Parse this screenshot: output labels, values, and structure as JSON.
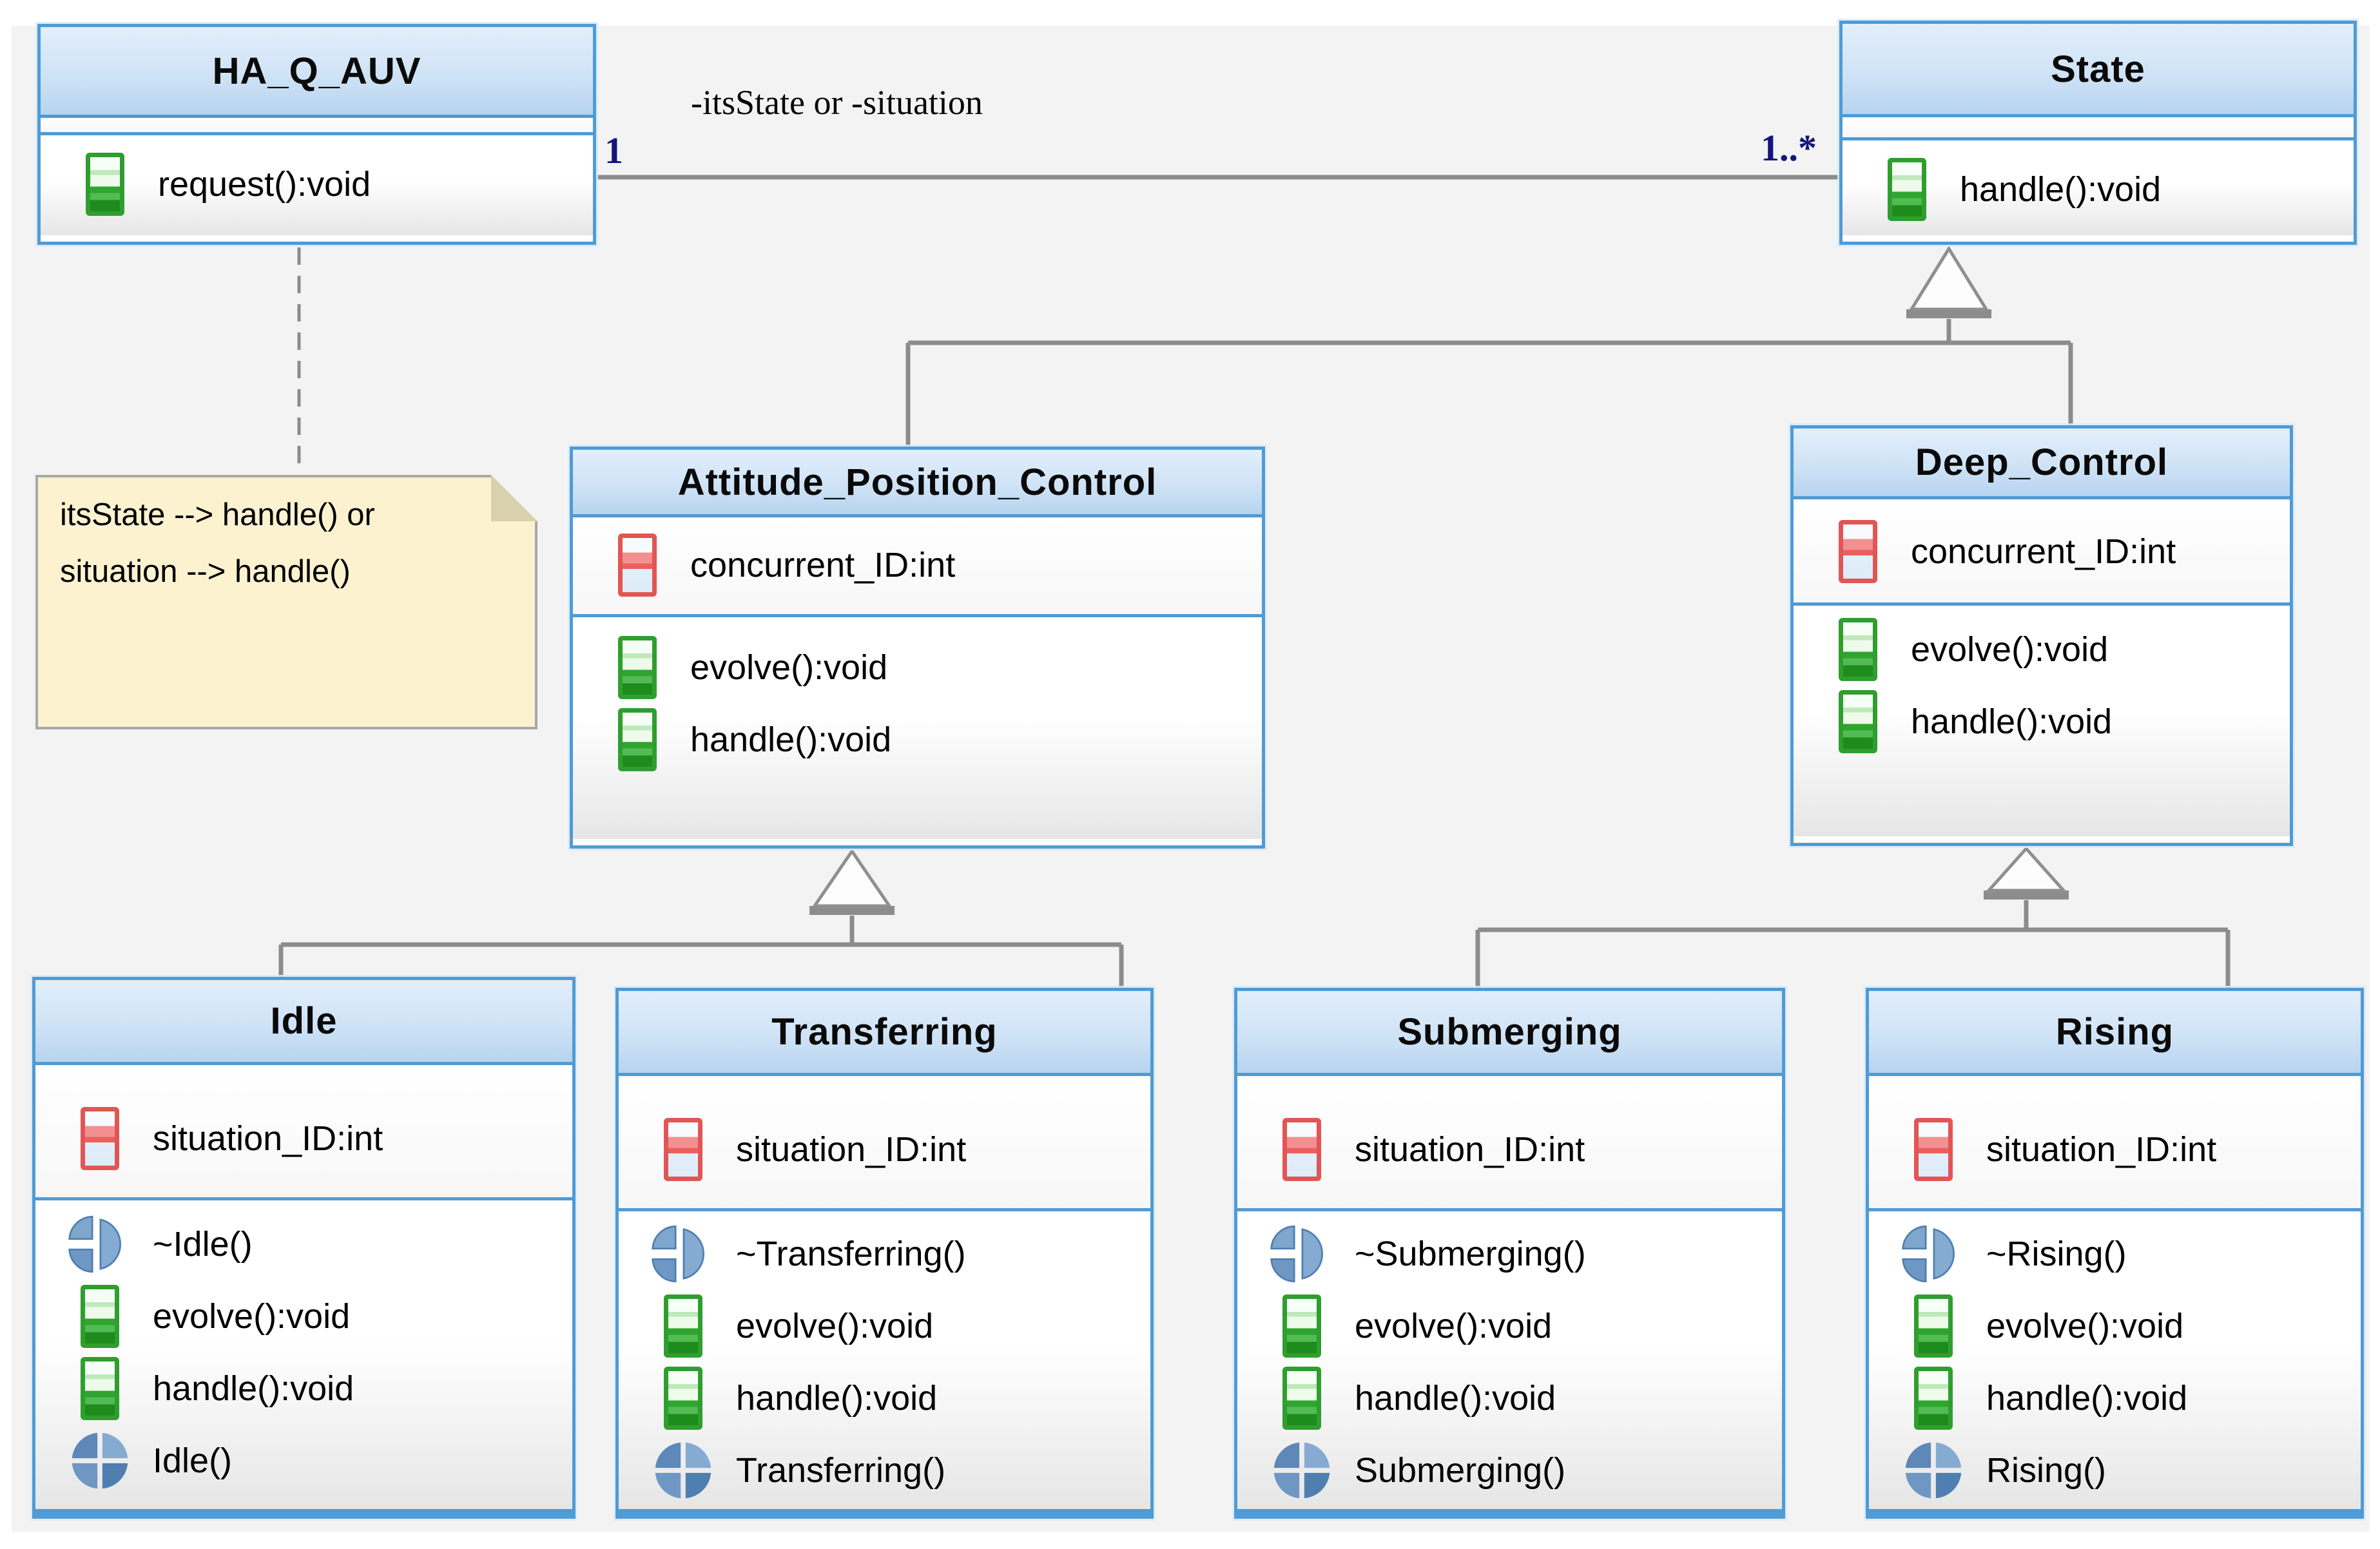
{
  "classes": [
    {
      "id": "ha_q_auv",
      "name": "HA_Q_AUV",
      "attributes": [],
      "operations": [
        {
          "icon": "public-operation-icon",
          "label": "request():void"
        }
      ]
    },
    {
      "id": "state",
      "name": "State",
      "attributes": [],
      "operations": [
        {
          "icon": "public-operation-icon",
          "label": "handle():void"
        }
      ]
    },
    {
      "id": "attitude_position_control",
      "name": "Attitude_Position_Control",
      "attributes": [
        {
          "icon": "private-attribute-icon",
          "label": "concurrent_ID:int"
        }
      ],
      "operations": [
        {
          "icon": "public-operation-icon",
          "label": "evolve():void"
        },
        {
          "icon": "public-operation-icon",
          "label": "handle():void"
        }
      ]
    },
    {
      "id": "deep_control",
      "name": "Deep_Control",
      "attributes": [
        {
          "icon": "private-attribute-icon",
          "label": "concurrent_ID:int"
        }
      ],
      "operations": [
        {
          "icon": "public-operation-icon",
          "label": "evolve():void"
        },
        {
          "icon": "public-operation-icon",
          "label": "handle():void"
        }
      ]
    },
    {
      "id": "idle",
      "name": "Idle",
      "attributes": [
        {
          "icon": "private-attribute-icon",
          "label": "situation_ID:int"
        }
      ],
      "operations": [
        {
          "icon": "destructor-icon",
          "label": "~Idle()"
        },
        {
          "icon": "public-operation-icon",
          "label": "evolve():void"
        },
        {
          "icon": "public-operation-icon",
          "label": "handle():void"
        },
        {
          "icon": "constructor-icon",
          "label": "Idle()"
        }
      ]
    },
    {
      "id": "transferring",
      "name": "Transferring",
      "attributes": [
        {
          "icon": "private-attribute-icon",
          "label": "situation_ID:int"
        }
      ],
      "operations": [
        {
          "icon": "destructor-icon",
          "label": "~Transferring()"
        },
        {
          "icon": "public-operation-icon",
          "label": "evolve():void"
        },
        {
          "icon": "public-operation-icon",
          "label": "handle():void"
        },
        {
          "icon": "constructor-icon",
          "label": "Transferring()"
        }
      ]
    },
    {
      "id": "submerging",
      "name": "Submerging",
      "attributes": [
        {
          "icon": "private-attribute-icon",
          "label": "situation_ID:int"
        }
      ],
      "operations": [
        {
          "icon": "destructor-icon",
          "label": "~Submerging()"
        },
        {
          "icon": "public-operation-icon",
          "label": "evolve():void"
        },
        {
          "icon": "public-operation-icon",
          "label": "handle():void"
        },
        {
          "icon": "constructor-icon",
          "label": "Submerging()"
        }
      ]
    },
    {
      "id": "rising",
      "name": "Rising",
      "attributes": [
        {
          "icon": "private-attribute-icon",
          "label": "situation_ID:int"
        }
      ],
      "operations": [
        {
          "icon": "destructor-icon",
          "label": "~Rising()"
        },
        {
          "icon": "public-operation-icon",
          "label": "evolve():void"
        },
        {
          "icon": "public-operation-icon",
          "label": "handle():void"
        },
        {
          "icon": "constructor-icon",
          "label": "Rising()"
        }
      ]
    }
  ],
  "association": {
    "label": "-itsState or -situation",
    "source_multiplicity": "1",
    "target_multiplicity": "1..*",
    "from": "ha_q_auv",
    "to": "state"
  },
  "note": {
    "lines": [
      "itsState --> handle() or",
      "situation --> handle()"
    ]
  },
  "relationships": [
    {
      "type": "generalization",
      "parent": "state",
      "children": [
        "attitude_position_control",
        "deep_control"
      ]
    },
    {
      "type": "generalization",
      "parent": "attitude_position_control",
      "children": [
        "idle",
        "transferring"
      ]
    },
    {
      "type": "generalization",
      "parent": "deep_control",
      "children": [
        "submerging",
        "rising"
      ]
    },
    {
      "type": "note-anchor",
      "from": "ha_q_auv",
      "to": "note"
    }
  ],
  "colors": {
    "header_top": "#e2eefb",
    "header_bottom": "#b7d4ef",
    "box_border": "#4f9bd5",
    "connector": "#8c8c8c",
    "note_bg": "#fcf2d0",
    "note_border": "#a8a8a8",
    "multiplicity_text": "#15157a",
    "canvas_bg": "#f3f3f3",
    "operation_icon_green": "#2f9e2f",
    "attribute_icon_red": "#e25555",
    "ctor_dtor_icon_blue": "#5d88b8"
  }
}
